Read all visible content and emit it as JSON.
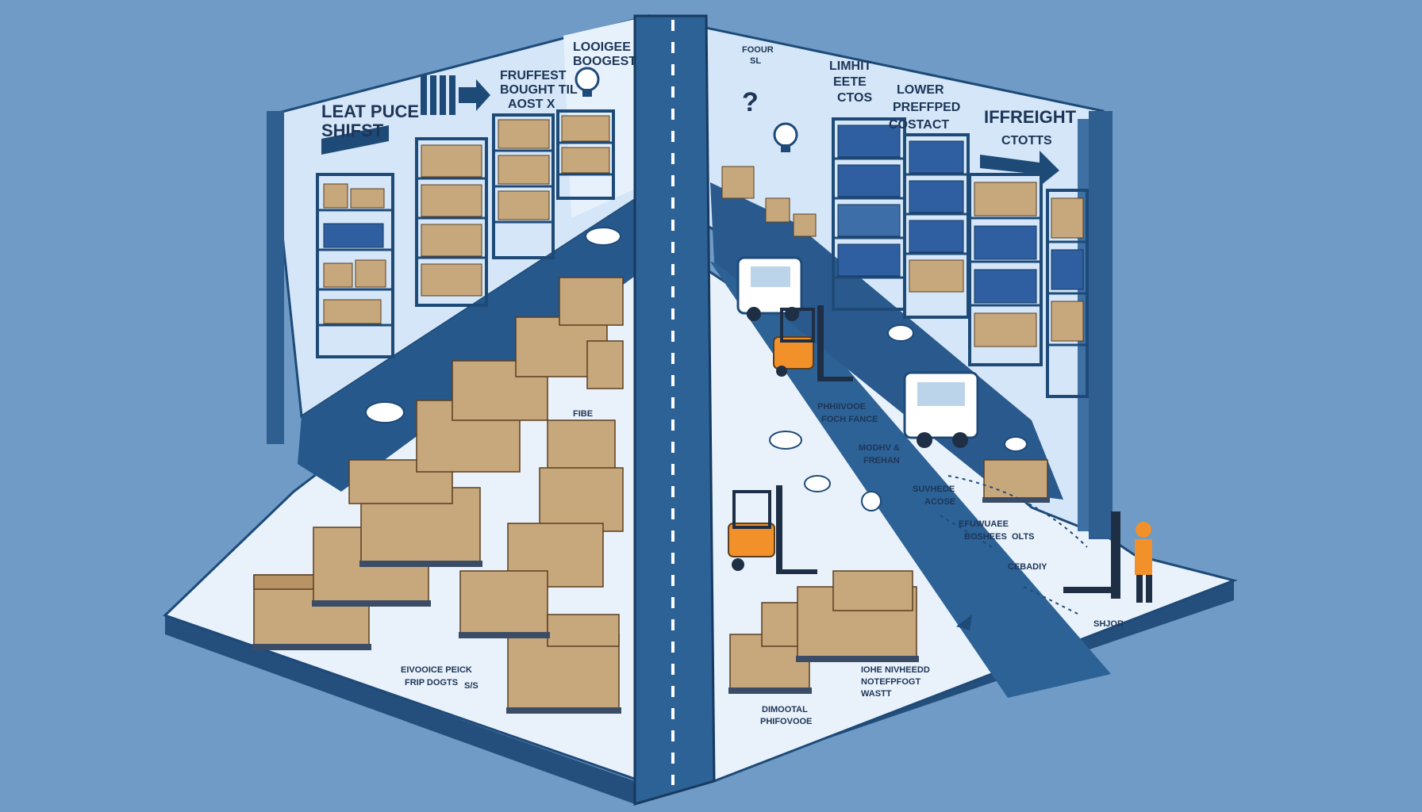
{
  "left_wall": {
    "sign_1": "LEAT PUCE",
    "sign_1b": "SHIFST",
    "sign_2": "FRUFFEST",
    "sign_2b": "BOUGHT TIL",
    "sign_2c": "AOST X",
    "sign_3": "LOOIGEE",
    "sign_3b": "BOOGEST"
  },
  "right_wall": {
    "sign_1": "FOOUR",
    "sign_1b": "SL",
    "sign_2": "LIMHIT",
    "sign_2b": "EETE",
    "sign_2c": "CTOS",
    "sign_3": "LOWER",
    "sign_3b": "PREFFPED",
    "sign_3c": "COSTACT",
    "sign_4": "IFFREIGHT",
    "sign_4b": "CTOTTS"
  },
  "left_floor": {
    "label_fibe": "FIBE",
    "label_bottom_1": "EIVOOICE PEICK",
    "label_bottom_2": "FRIP DOGTS",
    "label_bottom_3": "S/S"
  },
  "right_floor": {
    "label_1": "PHHIIVOOE",
    "label_1b": "FOCH FANCE",
    "label_2": "MODHV &",
    "label_2b": "FREHAN",
    "label_3": "SUVHEDE",
    "label_3b": "ACOSE",
    "label_4": "EFUWUAEE",
    "label_4b": "BOSHEES",
    "label_4c": "OLTS",
    "label_5": "CEBADIY",
    "label_6": "SHJOR",
    "label_7": "IOHE NIVHEEDD",
    "label_7b": "NOTEFPFOGT",
    "label_7c": "WASTT",
    "label_8": "DIMOOTAL",
    "label_8b": "PHIFOVOOE"
  },
  "colors": {
    "background": "#6f9bc6",
    "navy": "#1e4a78",
    "wall": "#d7e8f7",
    "floor": "#e6f1fb",
    "box": "#c7a77c",
    "forklift": "#f2902a"
  }
}
